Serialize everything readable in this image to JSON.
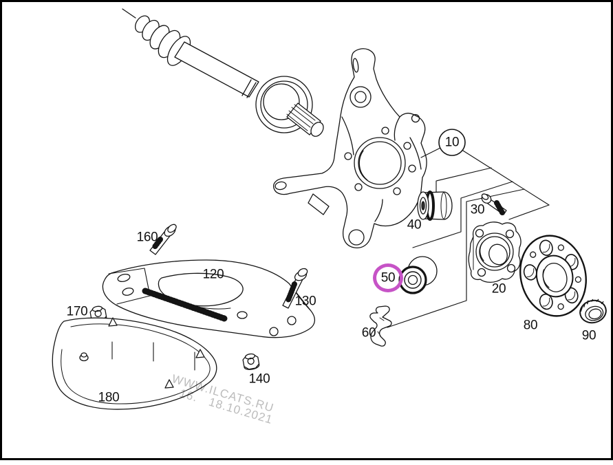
{
  "diagram": {
    "callout_circle_label": "10",
    "highlighted_part": "50",
    "highlight_color": "#c653c6",
    "line_color": "#141414",
    "background_color": "#ffffff",
    "part_labels": {
      "p10": "10",
      "p20": "20",
      "p30": "30",
      "p40": "40",
      "p50": "50",
      "p60": "60",
      "p80": "80",
      "p90": "90",
      "p120": "120",
      "p130": "130",
      "p140": "140",
      "p160": "160",
      "p170": "170",
      "p180": "180"
    },
    "drawn_parts": [
      "drive-axle",
      "wheel-carrier-knuckle",
      "bushing-40",
      "bolt-30",
      "wheel-hub-bearing-20",
      "drive-flange-80",
      "axle-nut-90",
      "bushing-50",
      "retaining-clip-60",
      "lower-control-arm-120",
      "bolt-130",
      "nut-140",
      "bolt-160",
      "nut-170",
      "cover-panel-180"
    ],
    "watermark": {
      "line1": "WWW.ILCATS.RU",
      "line2": "16.   18.10.2021"
    }
  }
}
